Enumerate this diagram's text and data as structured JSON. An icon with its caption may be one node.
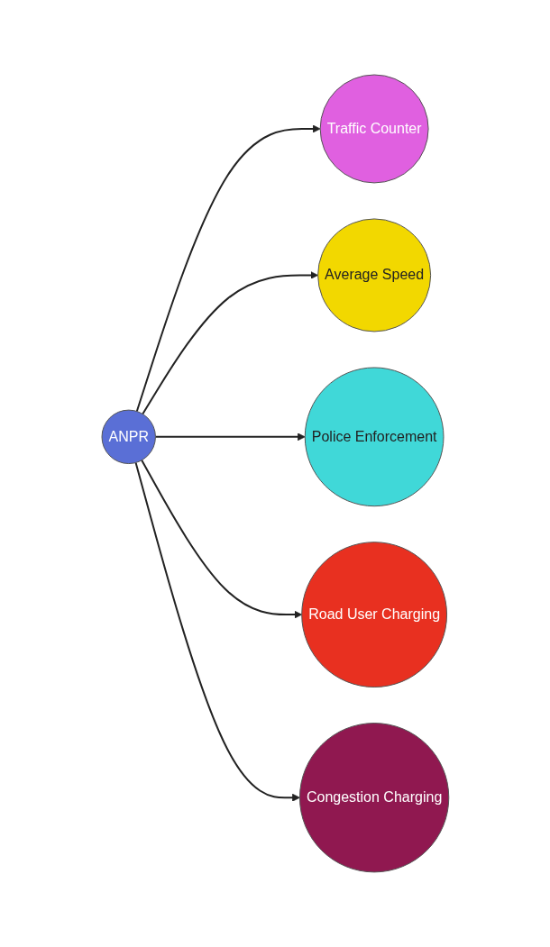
{
  "diagram": {
    "nodes": [
      {
        "text": [
          "ANPR"
        ]
      },
      {
        "text": [
          "Traffic Counter"
        ]
      },
      {
        "text": [
          "Average Speed"
        ]
      },
      {
        "text": [
          "Police Enforcement"
        ]
      },
      {
        "text": [
          "Road User Charging"
        ]
      },
      {
        "text": [
          "Congestion Charging"
        ]
      }
    ],
    "edges": [
      {
        "from": 0,
        "to": 1,
        "arrow": "to"
      },
      {
        "from": 0,
        "to": 2,
        "arrow": "to"
      },
      {
        "from": 0,
        "to": 3,
        "arrow": "to"
      },
      {
        "from": 0,
        "to": 4,
        "arrow": "to"
      },
      {
        "from": 0,
        "to": 5,
        "arrow": "to"
      }
    ]
  }
}
